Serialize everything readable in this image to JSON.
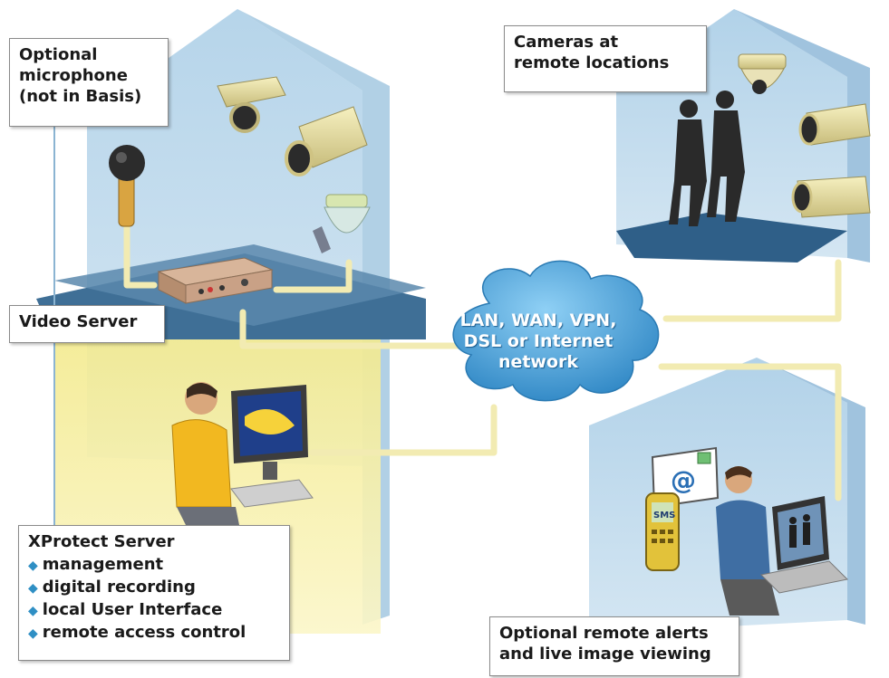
{
  "labels": {
    "microphone": [
      "Optional",
      "microphone",
      "(not in Basis)"
    ],
    "cameras": [
      "Cameras at",
      "remote locations"
    ],
    "video_server": "Video Server",
    "xprotect_title": "XProtect Server",
    "xprotect_items": [
      "management",
      "digital recording",
      "local User Interface",
      "remote access control"
    ],
    "remote_alerts": [
      "Optional remote alerts",
      "and live image viewing"
    ],
    "network": [
      "LAN, WAN, VPN,",
      "DSL or Internet",
      "network"
    ]
  },
  "screen_texts": {
    "email_symbol": "@",
    "sms": "SMS"
  },
  "colors": {
    "house_blue": "#bcd7ea",
    "house_yellow": "#f7f0a8",
    "floor_blue": "#3f6f96",
    "cable": "#eee6a3",
    "cloud": "#4aa3d8",
    "bullet": "#2f8fc4"
  },
  "icons": [
    "microphone-icon",
    "camera-icon",
    "dome-camera-icon",
    "video-server-icon",
    "person-icon",
    "monitor-icon",
    "cloud-icon",
    "email-icon",
    "mobile-phone-icon",
    "laptop-icon",
    "silhouette-icon"
  ]
}
